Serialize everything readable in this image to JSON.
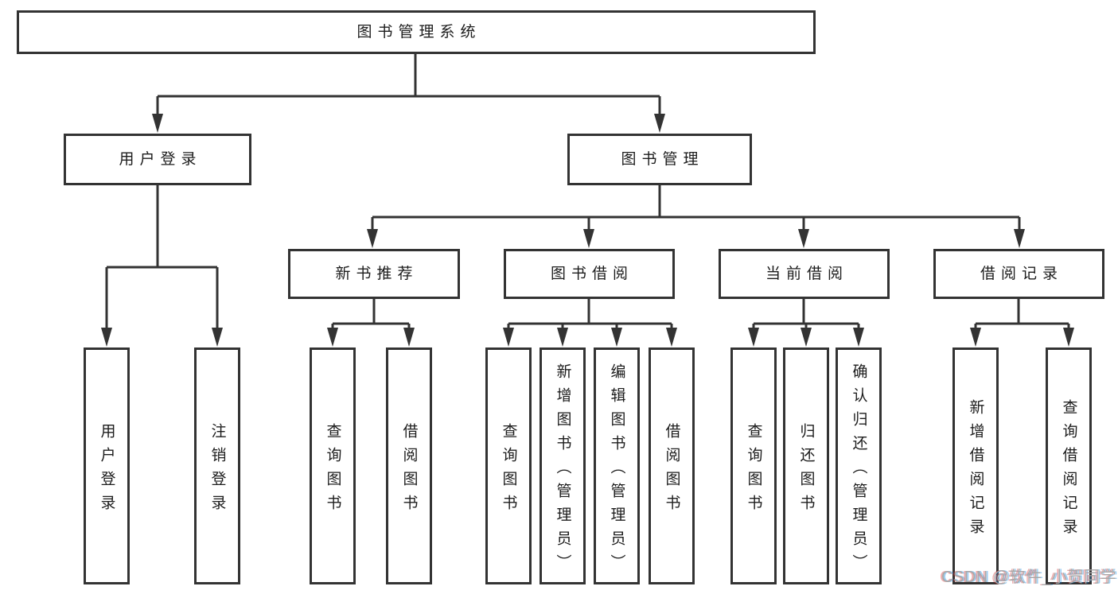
{
  "diagram": {
    "root": {
      "label": "图书管理系统"
    },
    "level2": [
      {
        "label": "用户登录"
      },
      {
        "label": "图书管理"
      }
    ],
    "level3": [
      {
        "label": "新书推荐",
        "parent": "图书管理"
      },
      {
        "label": "图书借阅",
        "parent": "图书管理"
      },
      {
        "label": "当前借阅",
        "parent": "图书管理"
      },
      {
        "label": "借阅记录",
        "parent": "图书管理"
      }
    ],
    "leaves": [
      {
        "label": "用户登录",
        "parent": "用户登录"
      },
      {
        "label": "注销登录",
        "parent": "用户登录"
      },
      {
        "label": "查询图书",
        "parent": "新书推荐"
      },
      {
        "label": "借阅图书",
        "parent": "新书推荐"
      },
      {
        "label": "查询图书",
        "parent": "图书借阅"
      },
      {
        "label": "新增图书（管理员）",
        "parent": "图书借阅"
      },
      {
        "label": "编辑图书（管理员）",
        "parent": "图书借阅"
      },
      {
        "label": "借阅图书",
        "parent": "图书借阅"
      },
      {
        "label": "查询图书",
        "parent": "当前借阅"
      },
      {
        "label": "归还图书",
        "parent": "当前借阅"
      },
      {
        "label": "确认归还（管理员）",
        "parent": "当前借阅"
      },
      {
        "label": "新增借阅记录",
        "parent": "借阅记录"
      },
      {
        "label": "查询借阅记录",
        "parent": "借阅记录"
      }
    ]
  },
  "watermark": {
    "text": "CSDN @软件_小贺同学"
  },
  "colors": {
    "line": "#333333",
    "node_border": "#333333",
    "node_fill": "#ffffff",
    "text": "#1c1c1c",
    "background": "#ffffff",
    "watermark_gray": "#a8a8a8",
    "watermark_red_fringe": "#d63031",
    "watermark_blue_fringe": "#0984e3"
  }
}
